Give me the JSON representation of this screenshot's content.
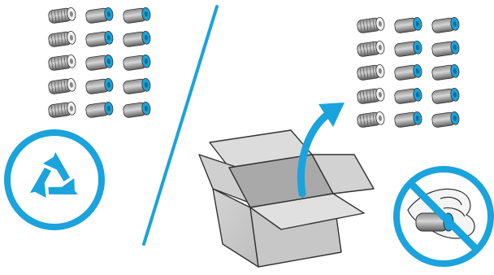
{
  "illustration": {
    "left_group": {
      "roller_rows": 5,
      "roller_columns": 3
    },
    "right_group": {
      "roller_rows": 5,
      "roller_columns": 3
    },
    "left_roller_styles": [
      "white-hub",
      "blue-hub",
      "blue-hub"
    ],
    "right_roller_styles": [
      "white-hub",
      "blue-hub",
      "blue-hub"
    ]
  },
  "icons": {
    "recycle": "recycle-icon",
    "box": "open-box-icon",
    "arrow": "curved-arrow-icon",
    "prohibition": "no-touch-icon"
  },
  "colors": {
    "accent_blue": "#1aa3dc",
    "roller_dark": "#6b6b6b",
    "roller_light": "#c9c9c9",
    "box_fill": "#d9d9d9",
    "box_dark": "#b8b8b8",
    "stroke": "#333333"
  }
}
